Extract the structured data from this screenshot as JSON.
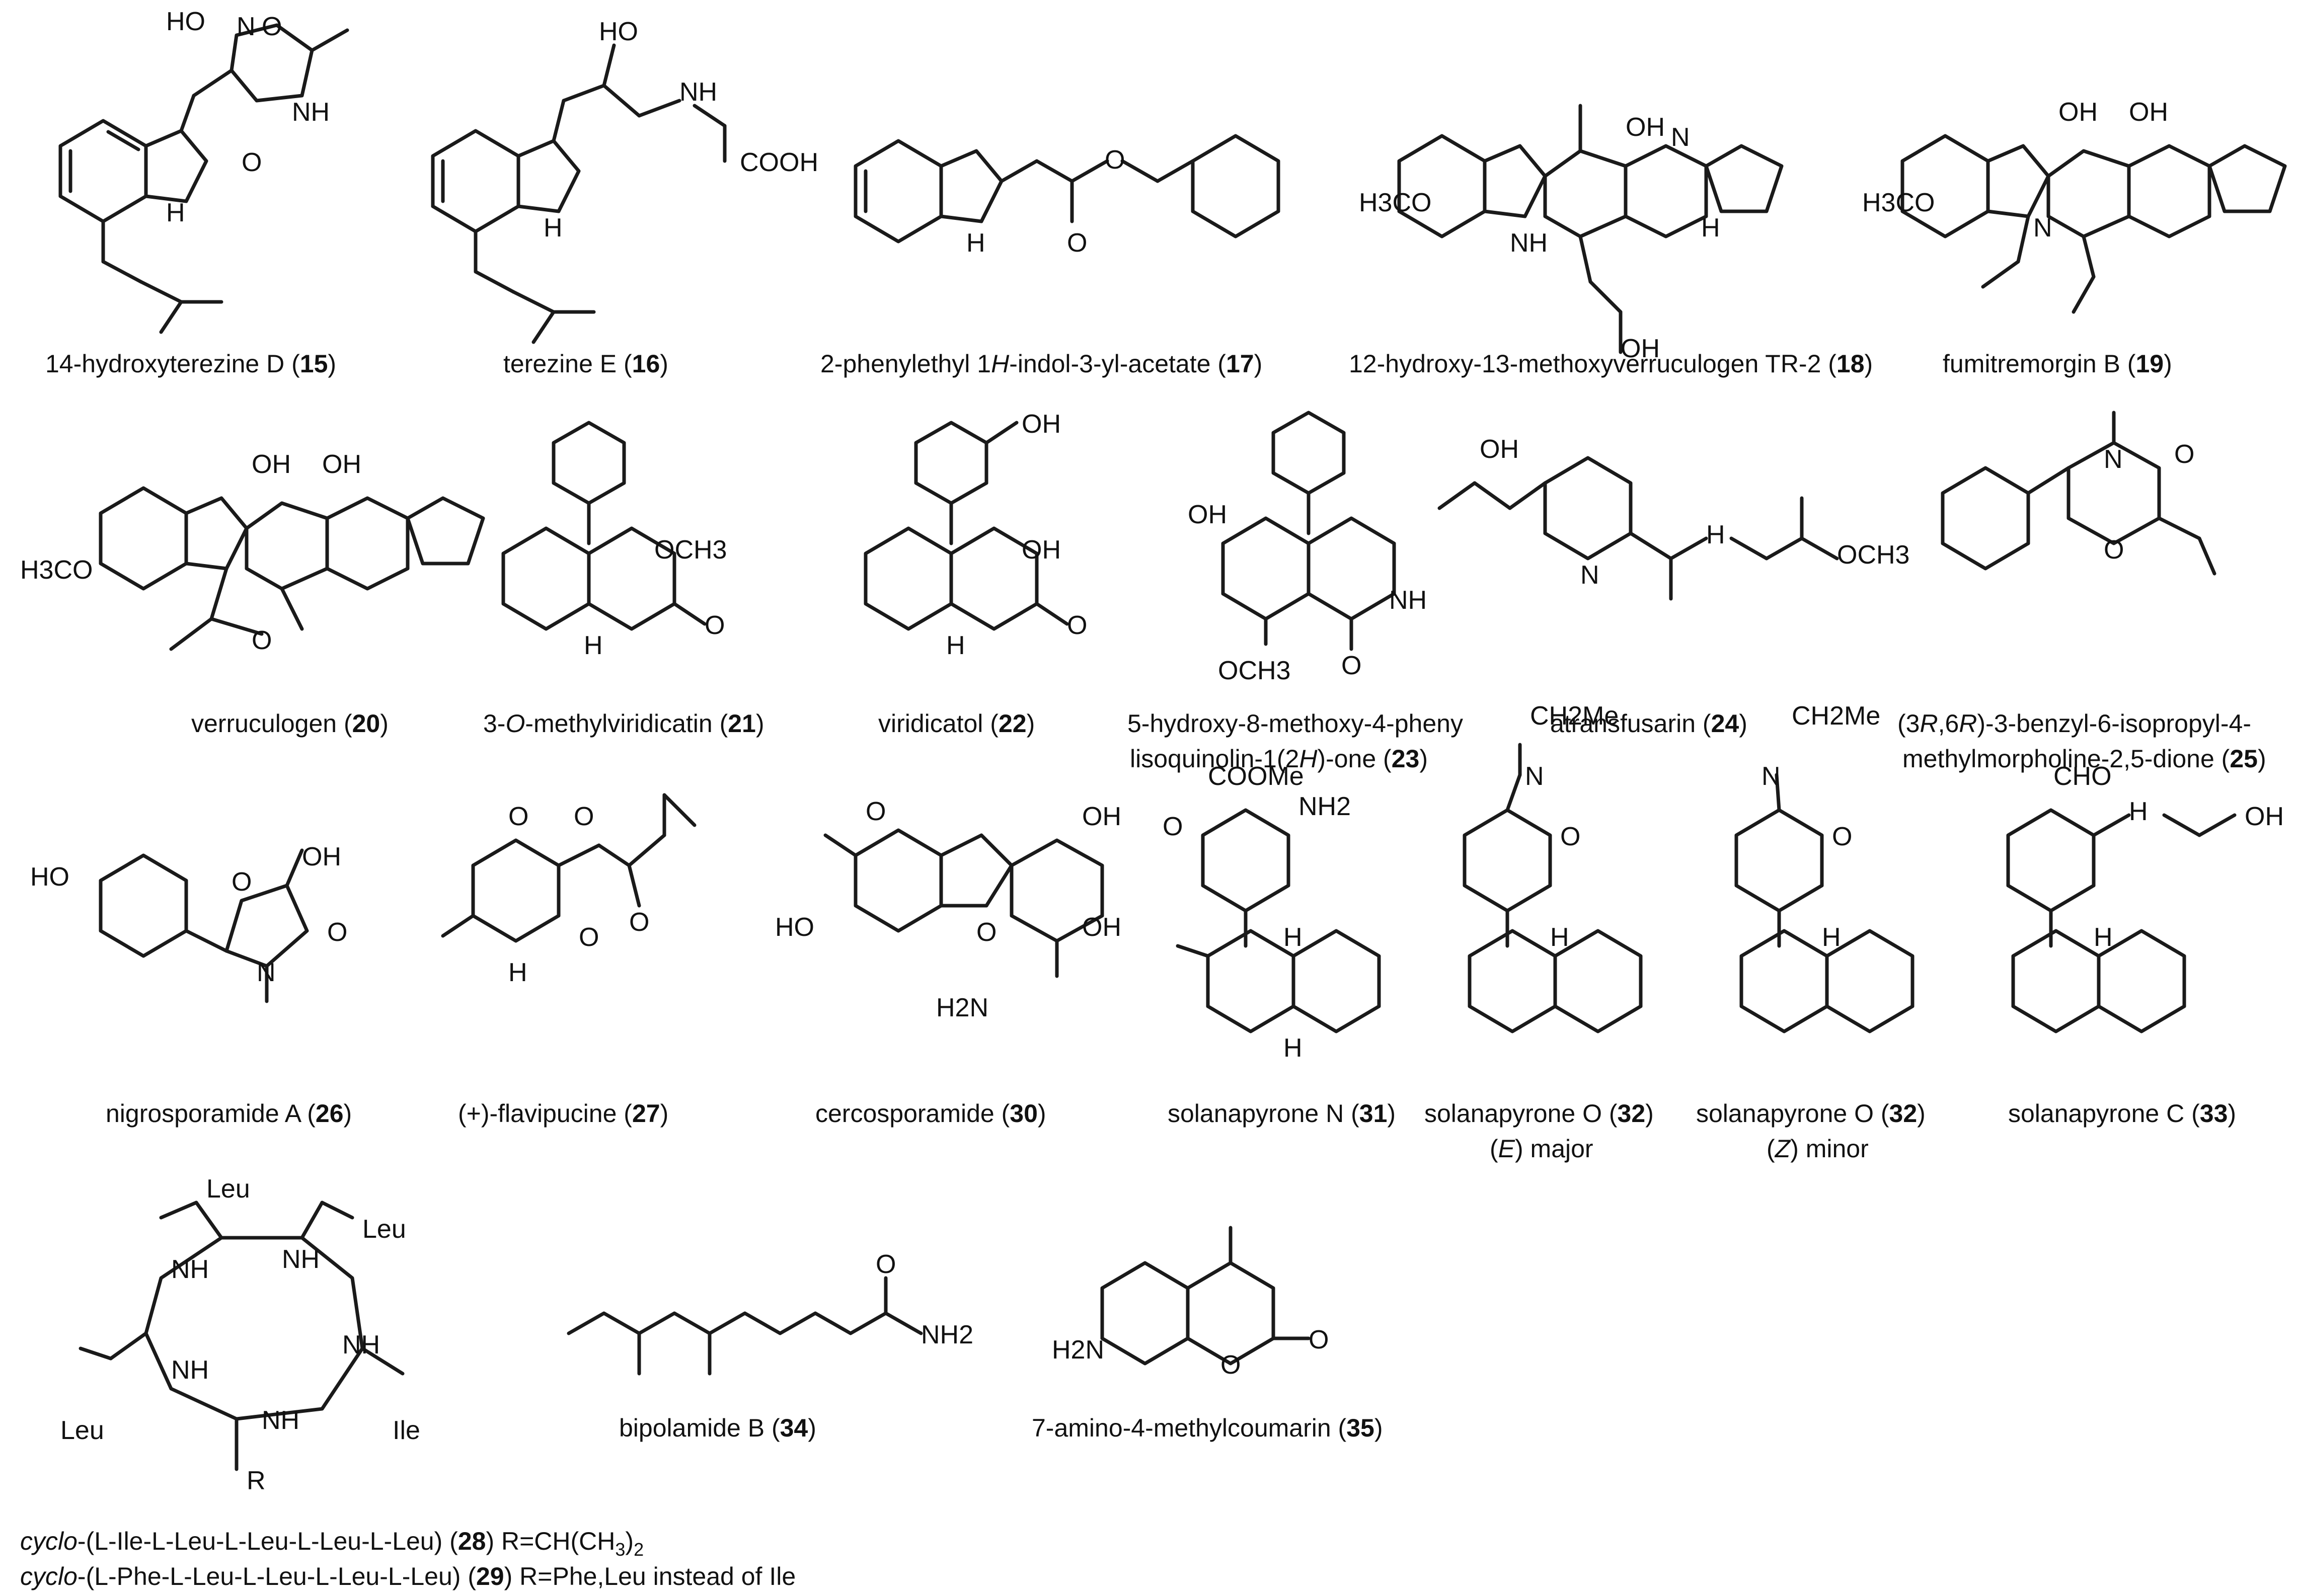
{
  "compounds": [
    {
      "name": "14-hydroxyterezine D (",
      "num": "15",
      "close": ")"
    },
    {
      "name": "terezine E (",
      "num": "16",
      "close": ")"
    },
    {
      "name": "2-phenylethyl 1",
      "ital": "H",
      "rest": "-indol-3-yl-acetate (",
      "num": "17",
      "close": ")"
    },
    {
      "name": "12-hydroxy-13-methoxyverruculogen TR-2 (",
      "num": "18",
      "close": ")"
    },
    {
      "name": "fumitremorgin B (",
      "num": "19",
      "close": ")"
    },
    {
      "name": "verruculogen (",
      "num": "20",
      "close": ")"
    },
    {
      "pre": "3-",
      "ital": "O",
      "rest": "-methylviridicatin (",
      "num": "21",
      "close": ")"
    },
    {
      "name": "viridicatol (",
      "num": "22",
      "close": ")"
    },
    {
      "line1": "5-hydroxy-8-methoxy-4-pheny",
      "line2a": "lisoquinolin-1(2",
      "ital": "H",
      "line2b": ")-one (",
      "num": "23",
      "close": ")"
    },
    {
      "name": "atransfusarin (",
      "num": "24",
      "close": ")"
    },
    {
      "line1a": "(3",
      "it1": "R",
      "line1b": ",6",
      "it2": "R",
      "line1c": ")-3-benzyl-6-isopropyl-4-",
      "line2": "methylmorpholine-2,5-dione (",
      "num": "25",
      "close": ")"
    },
    {
      "name": "nigrosporamide A (",
      "num": "26",
      "close": ")"
    },
    {
      "name": "(+)-flavipucine (",
      "num": "27",
      "close": ")"
    },
    {
      "name": "cercosporamide (",
      "num": "30",
      "close": ")"
    },
    {
      "name": "solanapyrone N (",
      "num": "31",
      "close": ")"
    },
    {
      "name": "solanapyrone O (",
      "num": "32",
      "close": ")",
      "sub_pre": "(",
      "sub_it": "E",
      "sub_post": ") major"
    },
    {
      "name": "solanapyrone O (",
      "num": "32",
      "close": ")",
      "sub_pre": "(",
      "sub_it": "Z",
      "sub_post": ") minor"
    },
    {
      "name": "solanapyrone C (",
      "num": "33",
      "close": ")"
    },
    {
      "name": "bipolamide B (",
      "num": "34",
      "close": ")"
    },
    {
      "name": "7-amino-4-methylcoumarin (",
      "num": "35",
      "close": ")"
    },
    {
      "cyc": "cyclo",
      "rest": "-(L-Ile-L-Leu-L-Leu-L-Leu-L-Leu) (",
      "num": "28",
      "close": ") R=CH(CH",
      "sub": "3",
      "tail": ")",
      "sub2": "2"
    },
    {
      "cyc": "cyclo",
      "rest": "-(L-Phe-L-Leu-L-Leu-L-Leu-L-Leu) (",
      "num": "29",
      "close": ") R=Phe,Leu instead of Ile"
    }
  ],
  "atoms": {
    "ho": "HO",
    "oh": "OH",
    "o": "O",
    "n": "N",
    "nh": "NH",
    "h": "H",
    "cooh": "COOH",
    "h3co": "H3CO",
    "och3": "OCH3",
    "nh2": "NH2",
    "h2n": "H2N",
    "cooMe": "COOMe",
    "cho": "CHO",
    "ch2me": "CH2Me",
    "me_o": "O",
    "leu1": "Leu",
    "leu2": "Leu",
    "leu3": "Leu",
    "ile": "Ile",
    "r": "R"
  }
}
